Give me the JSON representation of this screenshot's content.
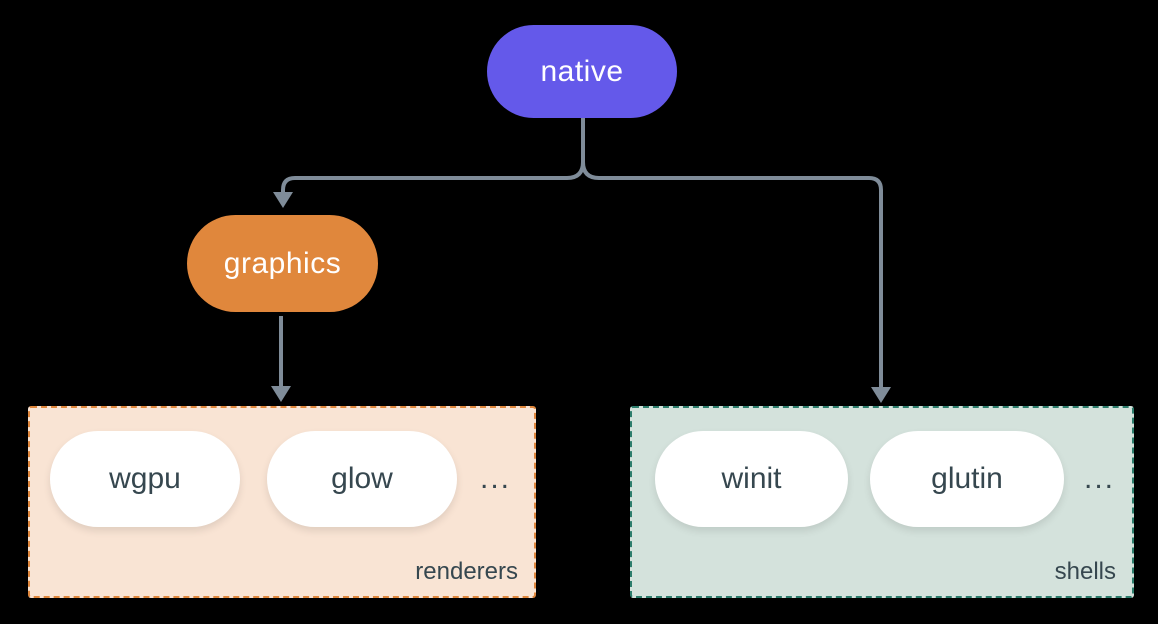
{
  "diagram": {
    "background_color": "#000000",
    "connector_color": "#7f8c99",
    "nodes": {
      "native": {
        "label": "native",
        "bg_color": "#6459ea",
        "text_color": "#ffffff"
      },
      "graphics": {
        "label": "graphics",
        "bg_color": "#e0873c",
        "text_color": "#ffffff"
      }
    },
    "groups": {
      "renderers": {
        "label": "renderers",
        "bg_color": "#f9e4d4",
        "border_color": "#e0873c",
        "item_bg_color": "#ffffff",
        "item_text_color": "#36474f",
        "items": [
          {
            "label": "wgpu"
          },
          {
            "label": "glow"
          }
        ],
        "ellipsis": "..."
      },
      "shells": {
        "label": "shells",
        "bg_color": "#d4e2dc",
        "border_color": "#2c7d6c",
        "item_bg_color": "#ffffff",
        "item_text_color": "#36474f",
        "items": [
          {
            "label": "winit"
          },
          {
            "label": "glutin"
          }
        ],
        "ellipsis": "..."
      }
    },
    "edges": [
      {
        "from": "native",
        "to": "graphics"
      },
      {
        "from": "native",
        "to": "shells"
      },
      {
        "from": "graphics",
        "to": "renderers"
      }
    ]
  }
}
